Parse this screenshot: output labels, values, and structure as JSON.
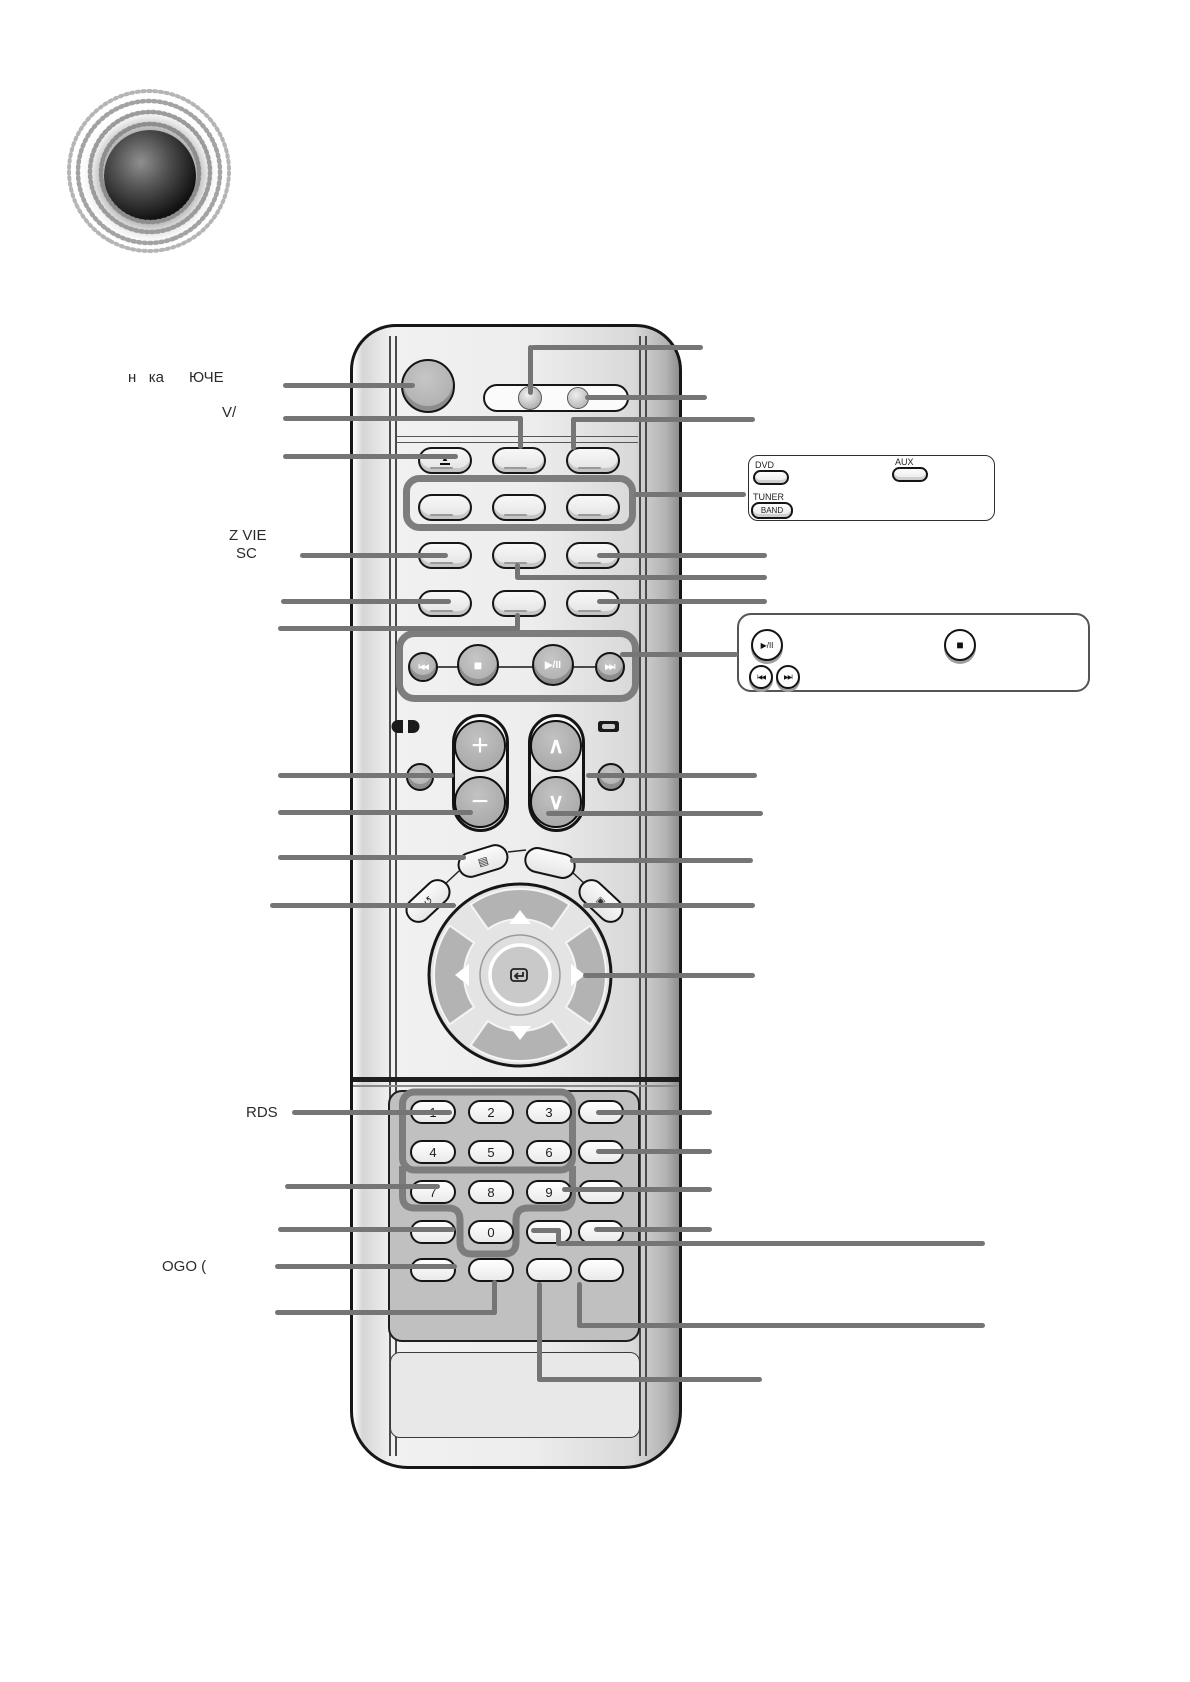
{
  "colors": {
    "callout_line": "#757575",
    "group_outline": "#7d7d7d",
    "body_border": "#161616",
    "keypad_panel": "#c0c0c0",
    "box_background": "#ffffff"
  },
  "callout_labels": {
    "power_fragment": "н   ка      ЮЧЕ",
    "v_fragment": "V/",
    "zvie_fragment": "Z VIE",
    "sc_fragment": "SC",
    "rds": "RDS",
    "ogo_fragment": "OGO ("
  },
  "source_box": {
    "dvd": "DVD",
    "aux": "AUX",
    "tuner": "TUNER",
    "band": "BAND"
  },
  "transport_box": {
    "play_pause": "▶/II",
    "stop": "■",
    "prev": "I◀◀",
    "next": "▶▶I"
  },
  "remote": {
    "eject": "▲",
    "transport": {
      "prev": "I◀◀",
      "stop": "■",
      "play_pause": "▶/II",
      "next": "▶▶I"
    },
    "volume": {
      "up": "+",
      "down": "−"
    },
    "channel": {
      "up": "∧",
      "down": "∨"
    },
    "dpad": {
      "up": "▲",
      "down": "▼",
      "left": "◀",
      "right": "▶"
    },
    "keypad": {
      "digits": [
        "1",
        "2",
        "3",
        "4",
        "5",
        "6",
        "7",
        "8",
        "9",
        "0"
      ]
    },
    "nav_icons": {
      "menu": "▤",
      "return": "↺",
      "exit": "▣"
    }
  }
}
